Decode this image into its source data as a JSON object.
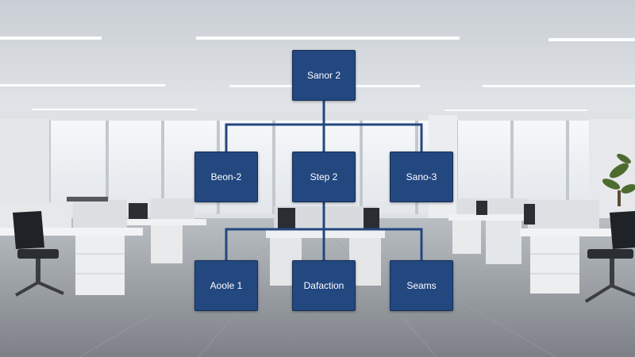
{
  "diagram": {
    "top": {
      "label": "Sanor 2"
    },
    "middle": [
      {
        "label": "Beon-2"
      },
      {
        "label": "Step 2"
      },
      {
        "label": "Sano-3"
      }
    ],
    "bottom": [
      {
        "label": "Aoole 1"
      },
      {
        "label": "Dafaction"
      },
      {
        "label": "Seams"
      }
    ]
  },
  "colors": {
    "node_fill": "#23477f",
    "connector": "#23477f",
    "node_text": "#ffffff"
  }
}
